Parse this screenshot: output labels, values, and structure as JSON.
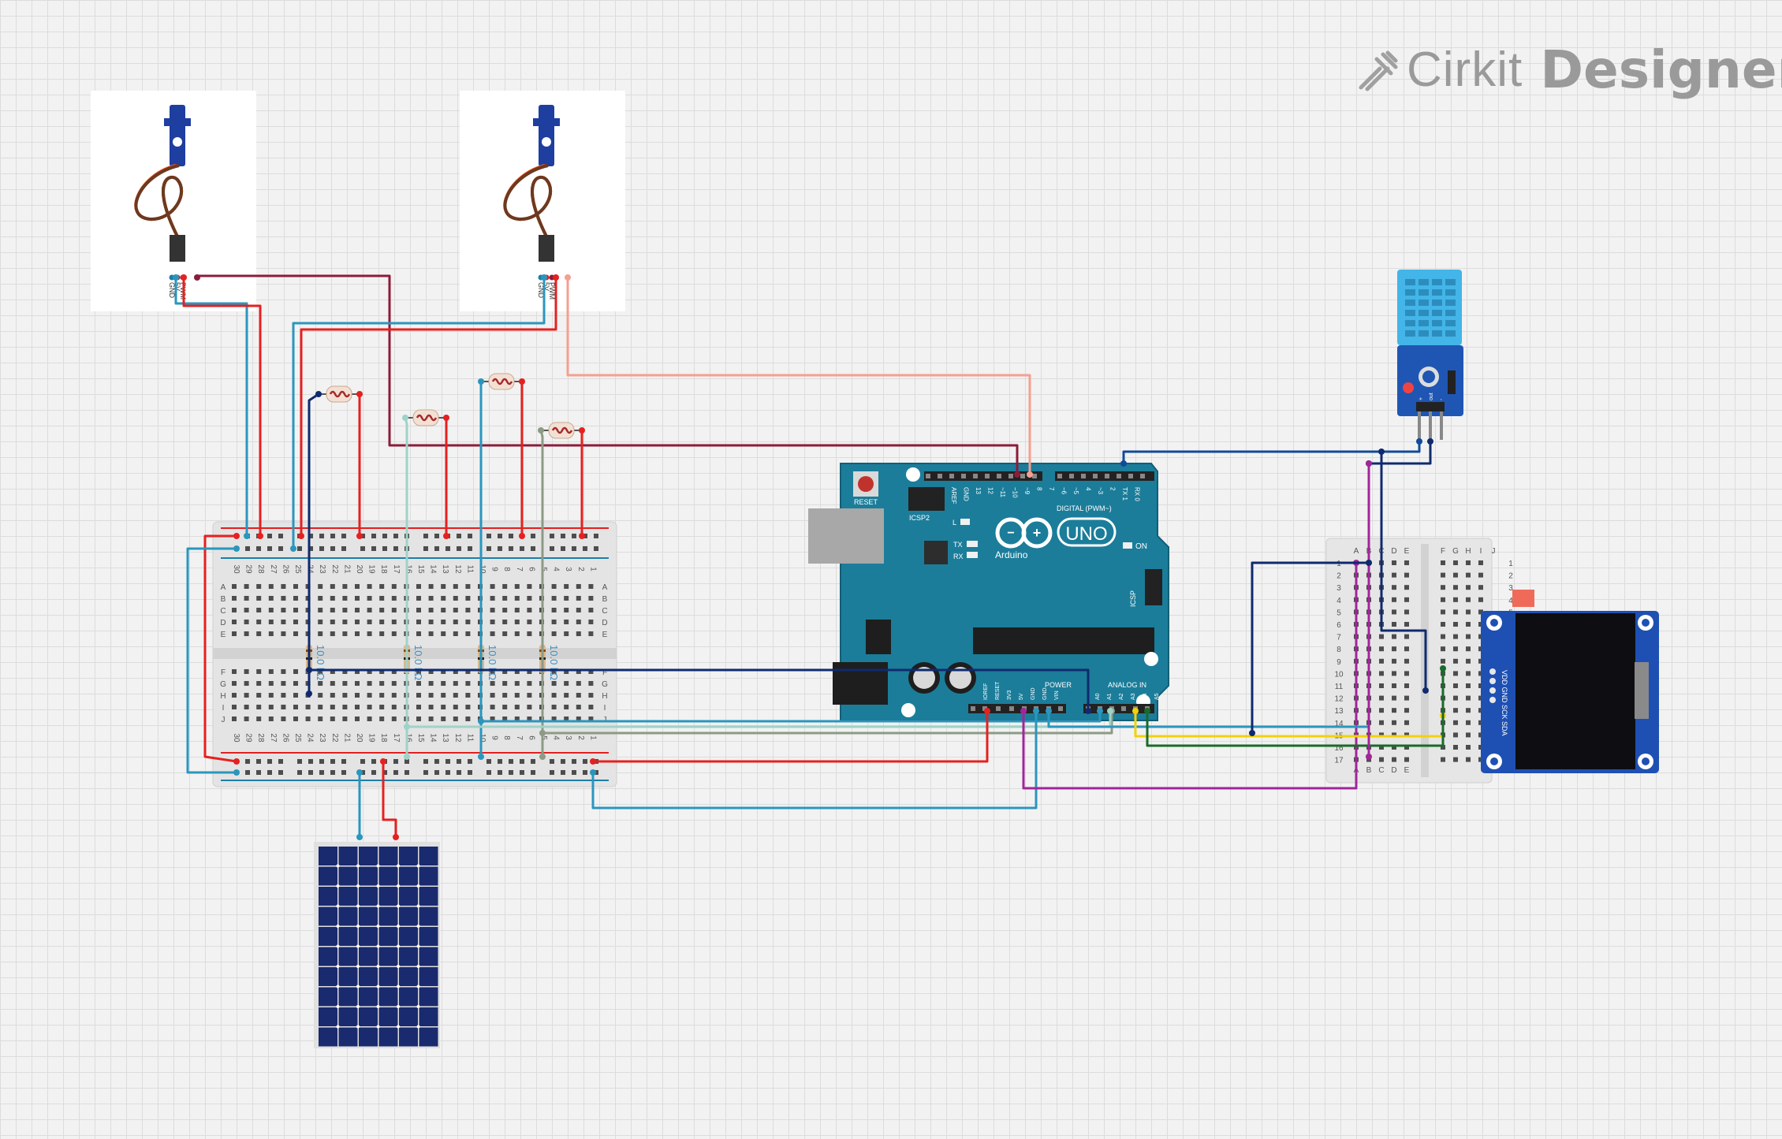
{
  "brand": {
    "part1": "Cirkit",
    "part2": "Designer"
  },
  "servo": {
    "gnd": "GND",
    "vcc": "5V",
    "pwm": "PWM"
  },
  "resistor_label": "10.0 kΩ",
  "breadboard": {
    "rows_top": [
      "A",
      "B",
      "C",
      "D",
      "E"
    ],
    "rows_bottom": [
      "F",
      "G",
      "H",
      "I",
      "J"
    ],
    "numbers": [
      "30",
      "29",
      "28",
      "27",
      "26",
      "25",
      "24",
      "23",
      "22",
      "21",
      "20",
      "19",
      "18",
      "17",
      "16",
      "15",
      "14",
      "13",
      "12",
      "11",
      "10",
      "9",
      "8",
      "7",
      "6",
      "5",
      "4",
      "3",
      "2",
      "1"
    ]
  },
  "mini_breadboard": {
    "cols_left": [
      "A",
      "B",
      "C",
      "D",
      "E"
    ],
    "cols_right": [
      "F",
      "G",
      "H",
      "I",
      "J"
    ],
    "rows": [
      "1",
      "2",
      "3",
      "4",
      "5",
      "6",
      "7",
      "8",
      "9",
      "10",
      "11",
      "12",
      "13",
      "14",
      "15",
      "16",
      "17"
    ]
  },
  "arduino": {
    "reset": "RESET",
    "icsp2": "ICSP2",
    "icsp": "ICSP",
    "led_l": "L",
    "tx": "TX",
    "rx": "RX",
    "brand": "Arduino",
    "model": "UNO",
    "on": "ON",
    "digital": "DIGITAL (PWM~)",
    "power": "POWER",
    "analog": "ANALOG IN",
    "digital_pins": [
      "AREF",
      "GND",
      "13",
      "12",
      "~11",
      "~10",
      "~9",
      "8",
      "7",
      "~6",
      "~5",
      "4",
      "~3",
      "2",
      "TX 1",
      "RX 0"
    ],
    "power_pins": [
      "IOREF",
      "RESET",
      "3V3",
      "5V",
      "GND",
      "GND",
      "VIN"
    ],
    "analog_pins": [
      "A0",
      "A1",
      "A2",
      "A3",
      "A4",
      "A5"
    ]
  },
  "oled_pins": "VDD GND SCK SDA",
  "dht_pins": [
    "+",
    "out",
    "-"
  ]
}
